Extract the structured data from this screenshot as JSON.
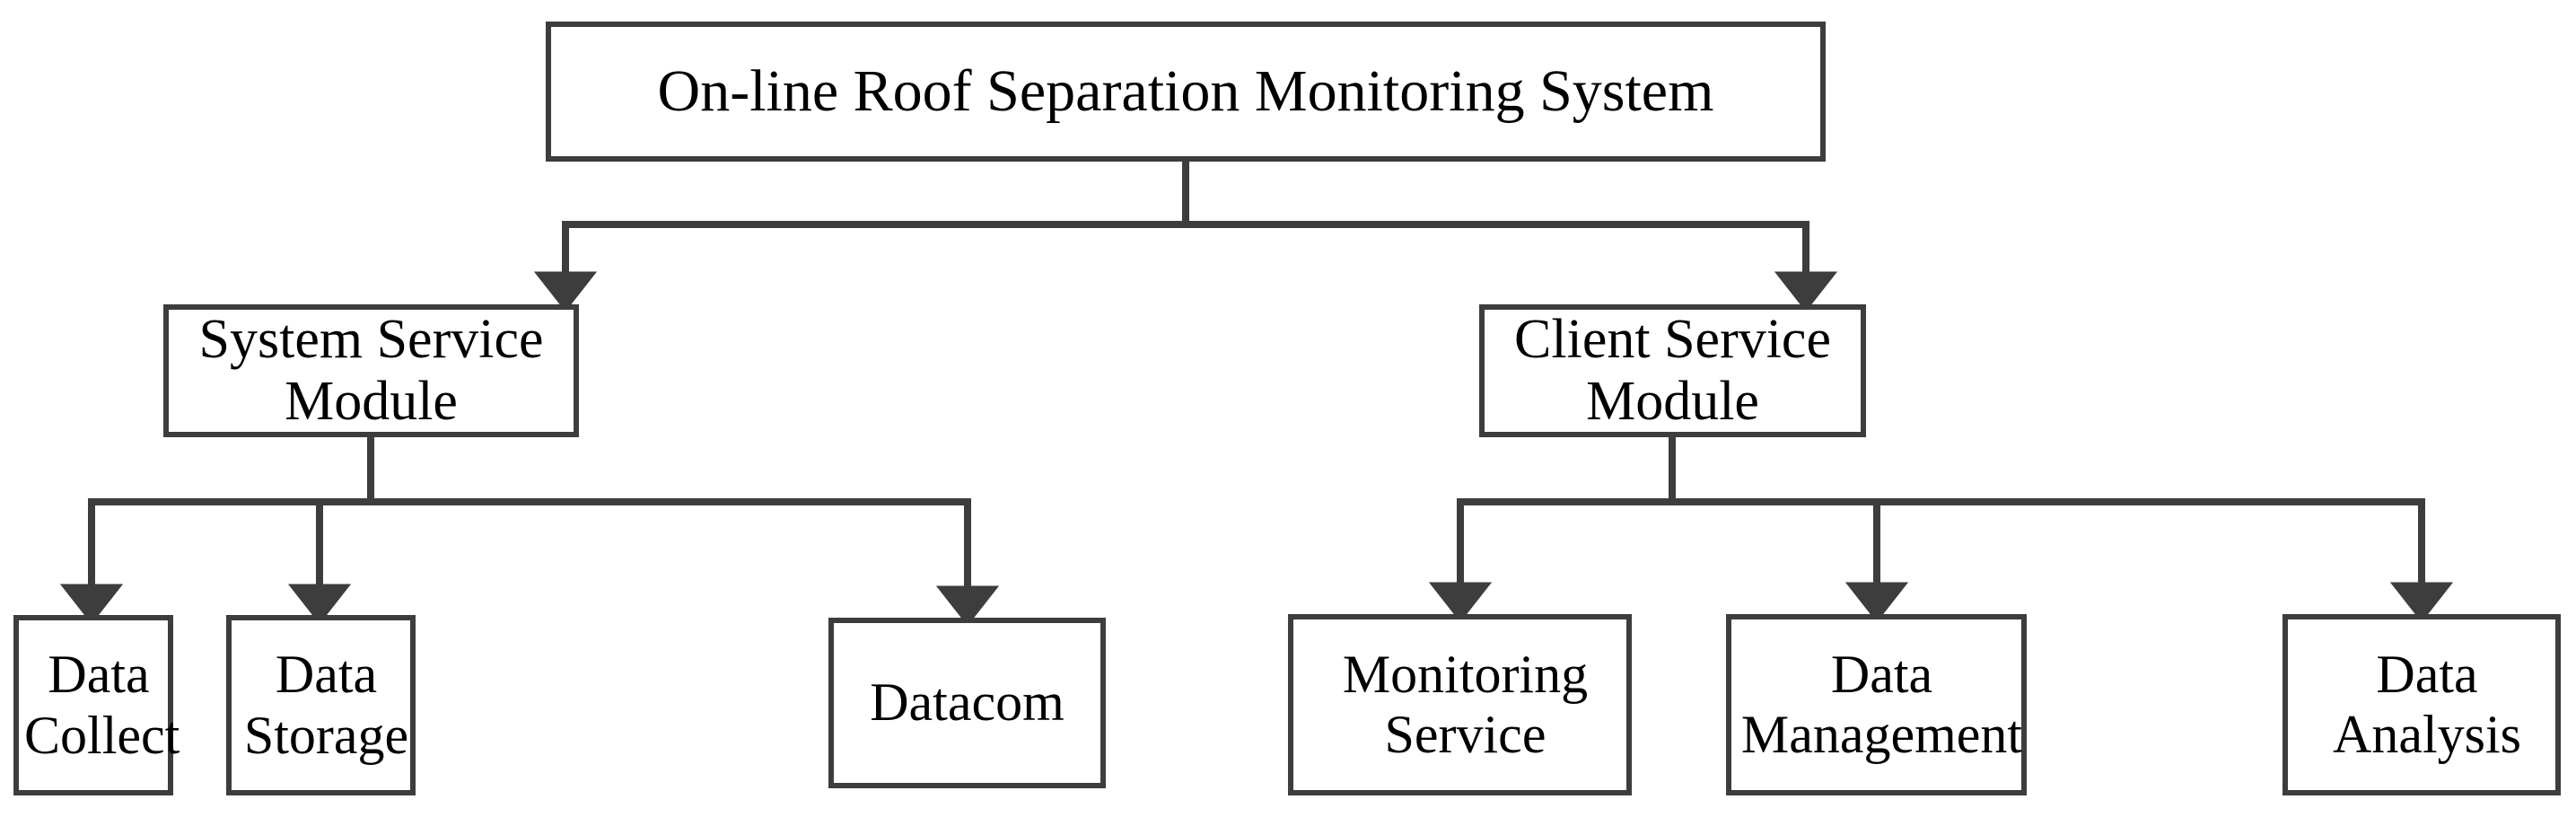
{
  "diagram": {
    "title": "On-line Roof Separation Monitoring System",
    "type": "hierarchy-block-diagram",
    "line_color": "#3d3d3d",
    "text_color": "#000000",
    "background_color": "#ffffff",
    "levels": [
      {
        "level": 1,
        "nodes": [
          {
            "id": "root",
            "label": "On-line Roof Separation Monitoring System"
          }
        ]
      },
      {
        "level": 2,
        "nodes": [
          {
            "id": "system-service-module",
            "label": "System Service Module"
          },
          {
            "id": "client-service-module",
            "label": "Client Service Module"
          }
        ]
      },
      {
        "level": 3,
        "nodes": [
          {
            "id": "data-collect",
            "label": "Data Collect",
            "line1": "Data",
            "line2": "Collect"
          },
          {
            "id": "data-storage",
            "label": "Data Storage",
            "line1": "Data",
            "line2": "Storage"
          },
          {
            "id": "datacom",
            "label": "Datacom",
            "line1": "Datacom",
            "line2": ""
          },
          {
            "id": "monitoring-service",
            "label": "Monitoring Service",
            "line1": "Monitoring",
            "line2": "Service"
          },
          {
            "id": "data-management",
            "label": "Data Management",
            "line1": "Data",
            "line2": "Management"
          },
          {
            "id": "data-analysis",
            "label": "Data Analysis",
            "line1": "Data",
            "line2": "Analysis"
          }
        ]
      }
    ],
    "edges": [
      {
        "from": "root",
        "to": "system-service-module",
        "arrow": "down"
      },
      {
        "from": "root",
        "to": "client-service-module",
        "arrow": "down"
      },
      {
        "from": "system-service-module",
        "to": "data-collect",
        "arrow": "down"
      },
      {
        "from": "system-service-module",
        "to": "data-storage",
        "arrow": "down"
      },
      {
        "from": "system-service-module",
        "to": "datacom",
        "arrow": "down"
      },
      {
        "from": "client-service-module",
        "to": "monitoring-service",
        "arrow": "down"
      },
      {
        "from": "client-service-module",
        "to": "data-management",
        "arrow": "down"
      },
      {
        "from": "client-service-module",
        "to": "data-analysis",
        "arrow": "down"
      }
    ]
  }
}
